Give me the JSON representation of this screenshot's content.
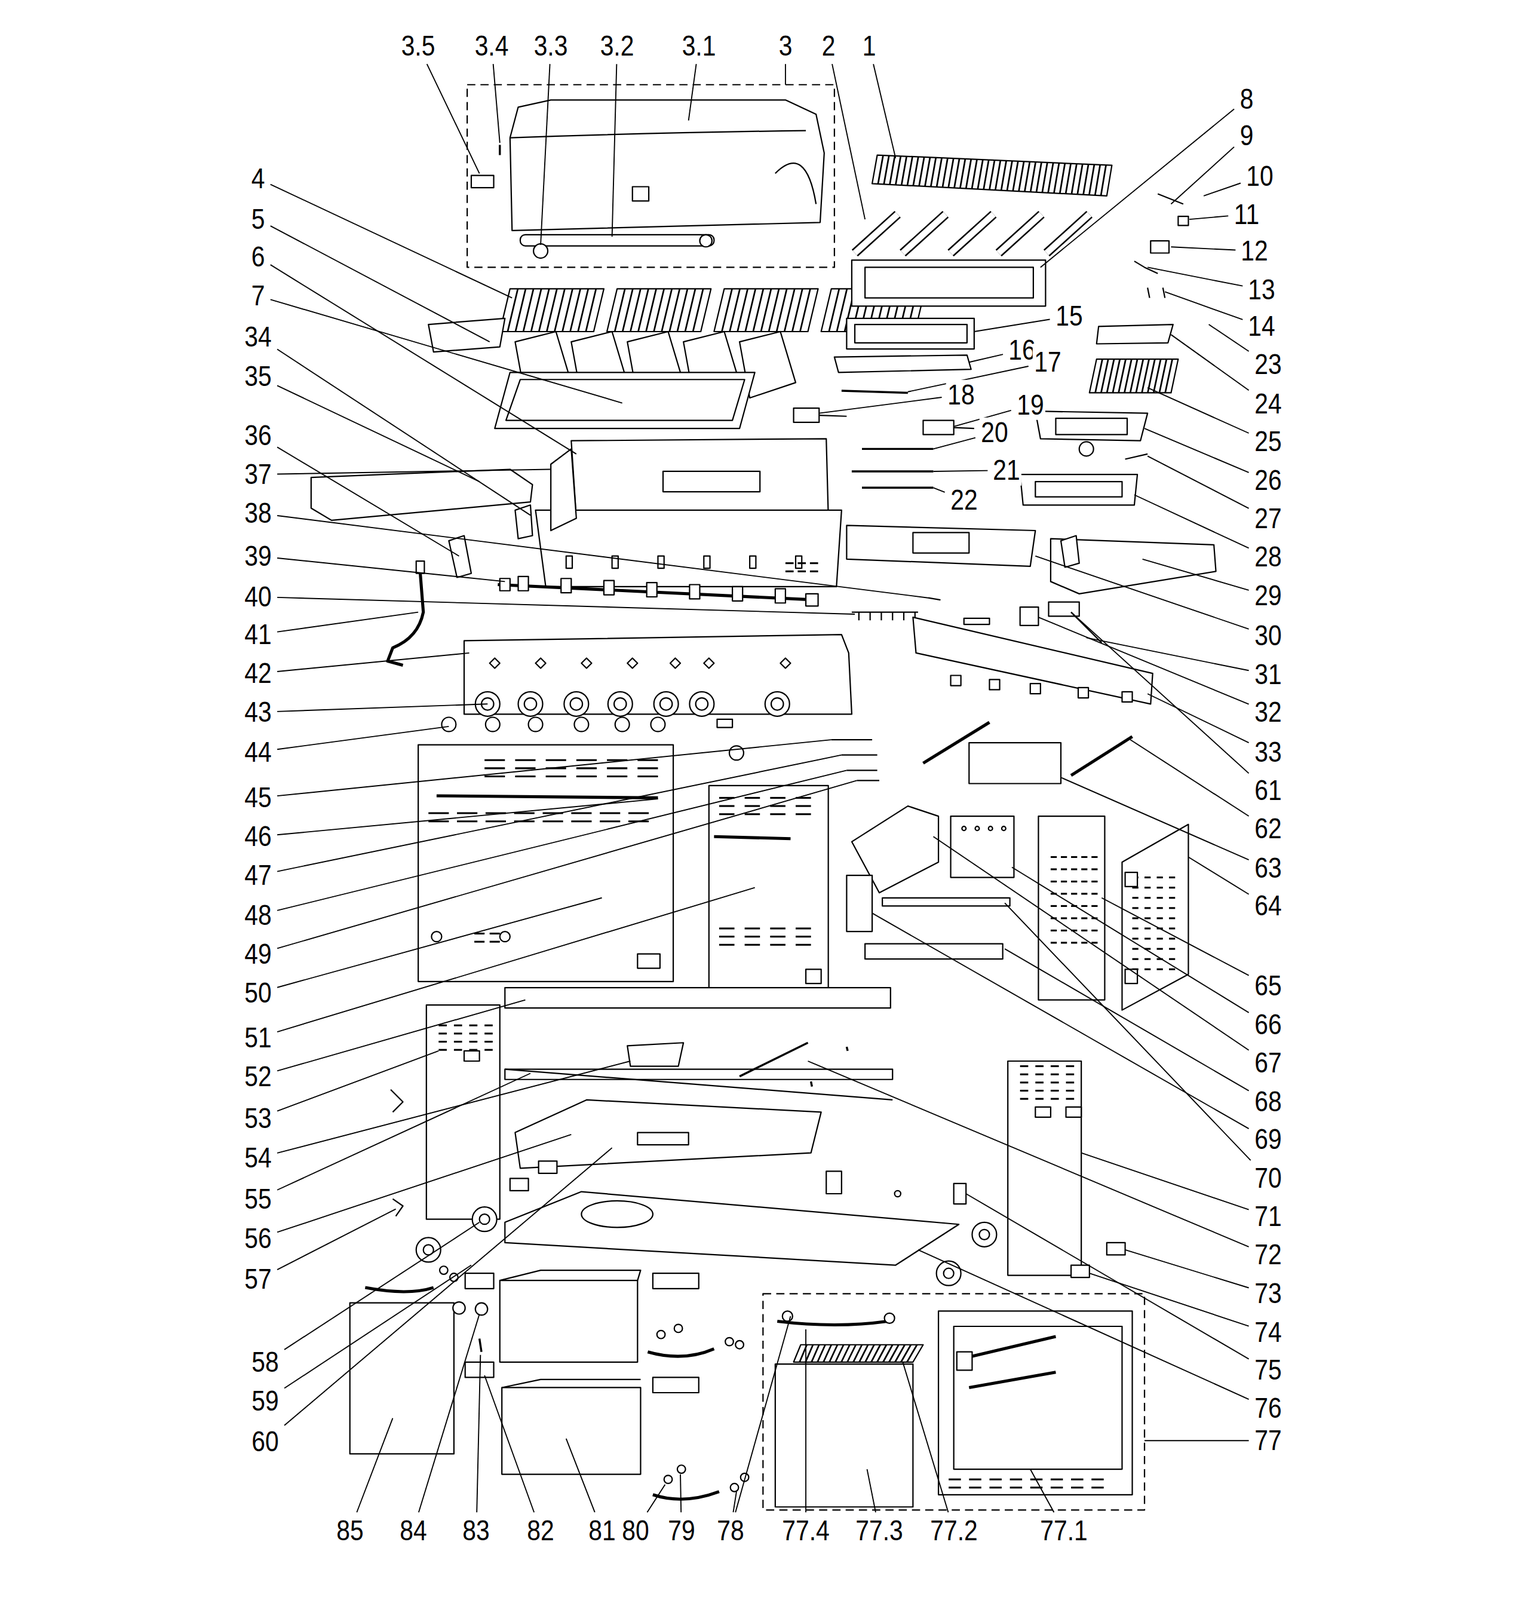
{
  "diagram": {
    "labels": [
      "3.5",
      "3.4",
      "3.3",
      "3.2",
      "3.1",
      "3",
      "2",
      "1",
      "8",
      "9",
      "10",
      "11",
      "12",
      "13",
      "14",
      "23",
      "24",
      "25",
      "26",
      "27",
      "28",
      "29",
      "30",
      "31",
      "32",
      "33",
      "61",
      "62",
      "63",
      "64",
      "65",
      "66",
      "67",
      "68",
      "69",
      "70",
      "71",
      "72",
      "73",
      "74",
      "75",
      "76",
      "77",
      "15",
      "16",
      "17",
      "18",
      "19",
      "20",
      "21",
      "22",
      "4",
      "5",
      "6",
      "7",
      "34",
      "35",
      "36",
      "37",
      "38",
      "39",
      "40",
      "41",
      "42",
      "43",
      "44",
      "45",
      "46",
      "47",
      "48",
      "49",
      "50",
      "51",
      "52",
      "53",
      "54",
      "55",
      "56",
      "57",
      "58",
      "59",
      "60",
      "85",
      "84",
      "83",
      "82",
      "81",
      "80",
      "79",
      "78",
      "77.4",
      "77.3",
      "77.2",
      "77.1"
    ]
  }
}
